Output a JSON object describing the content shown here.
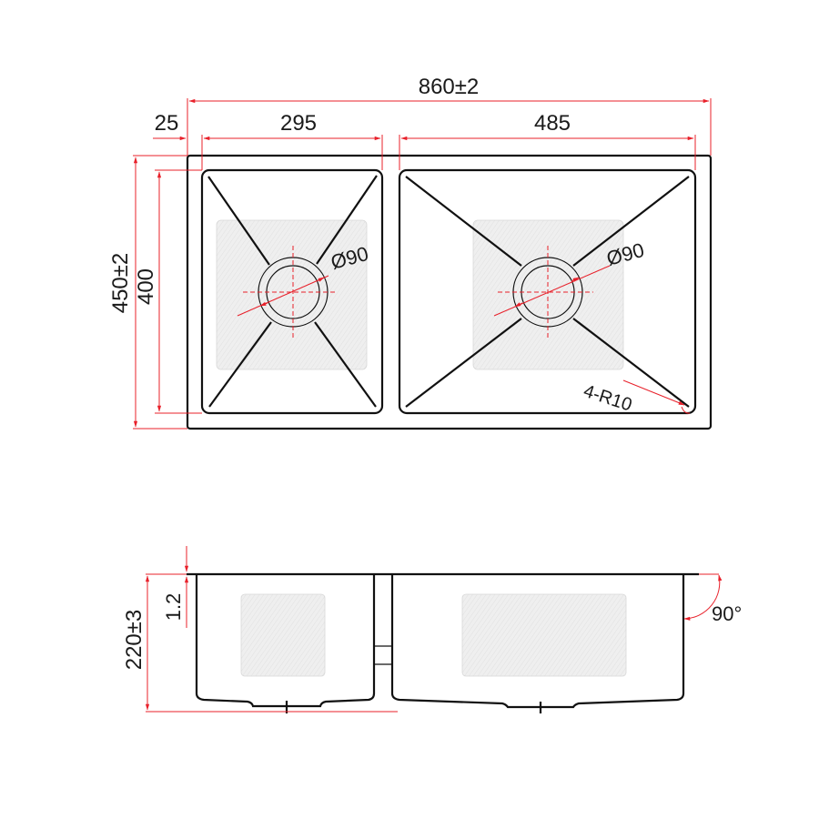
{
  "title": "Double bowl undermount sink dimension drawing",
  "colors": {
    "outline": "#111111",
    "dimension": "#e8202a",
    "grid_fill": "#ececec",
    "text": "#1a1a1a"
  },
  "top_view": {
    "overall_width_label": "860±2",
    "flange_offset_label": "25",
    "small_bowl_width_label": "295",
    "large_bowl_width_label": "485",
    "overall_depth_label": "450±2",
    "bowl_depth_label": "400",
    "small_drain_label": "Ø90",
    "large_drain_label": "Ø90",
    "corner_radius_label": "4-R10"
  },
  "side_view": {
    "height_label": "220±3",
    "thickness_label": "1.2",
    "wall_angle_label": "90°"
  },
  "icons": {
    "small_drain": "drain-circle-icon",
    "large_drain": "drain-circle-icon"
  }
}
